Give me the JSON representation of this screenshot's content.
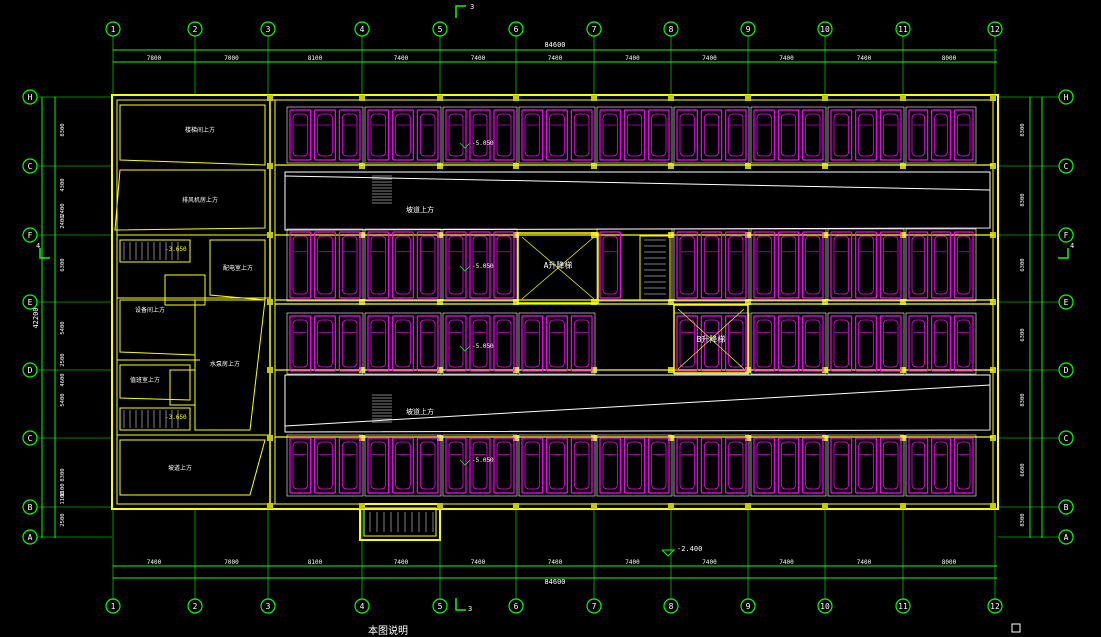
{
  "column_axes": [
    "1",
    "2",
    "3",
    "4",
    "5",
    "6",
    "7",
    "8",
    "9",
    "10",
    "11",
    "12"
  ],
  "row_axes": [
    "H",
    "C",
    "F",
    "E",
    "D",
    "C",
    "B",
    "A"
  ],
  "bay_dims": [
    "7800",
    "7000",
    "8100",
    "7400",
    "7400",
    "7400",
    "7400",
    "7400",
    "7400",
    "7400",
    "8000"
  ],
  "bay_dims_bottom": [
    "7400",
    "7000",
    "8100",
    "7400",
    "7400",
    "7400",
    "7400",
    "7400",
    "7400",
    "7400",
    "8000"
  ],
  "overall_dim": "84600",
  "row_dims_left": [
    "8300",
    "4300",
    "2400",
    "2400",
    "6300",
    "5400",
    "2500",
    "4600",
    "5400",
    "8300",
    "1100",
    "1100",
    "2500"
  ],
  "row_dims_right": [
    "8300",
    "8300",
    "6300",
    "6300",
    "8300",
    "6600",
    "8300"
  ],
  "overall_height": "42200",
  "section_mark_top": "3",
  "section_mark_bottom": "3",
  "section_mark_side": "4",
  "elevation_bottom": "-2.400",
  "plan_title": "本图说明",
  "elevator_a": "A升降梯",
  "elevator_b": "B升降梯",
  "room_labels": {
    "stair_1": "楼梯间上方",
    "fan_room": "排风机房上方",
    "power_room": "配电室上方",
    "equip_room": "设备间上方",
    "pump_room": "水泵房上方",
    "duty_room": "值班室上方",
    "ramp_room": "坡道上方"
  },
  "ramp_label_1": "坡道上方",
  "ramp_label_2": "坡道上方",
  "stair_elev_1": "-3.650",
  "stair_elev_2": "-3.650",
  "level_marks": [
    "-5.050",
    "-5.050",
    "-5.050",
    "-5.050"
  ],
  "colors": {
    "grid": "#00ff00",
    "wall": "#ffff00",
    "parking": "#ff00ff",
    "text": "#ffffff",
    "cyan": "#00ffff"
  }
}
